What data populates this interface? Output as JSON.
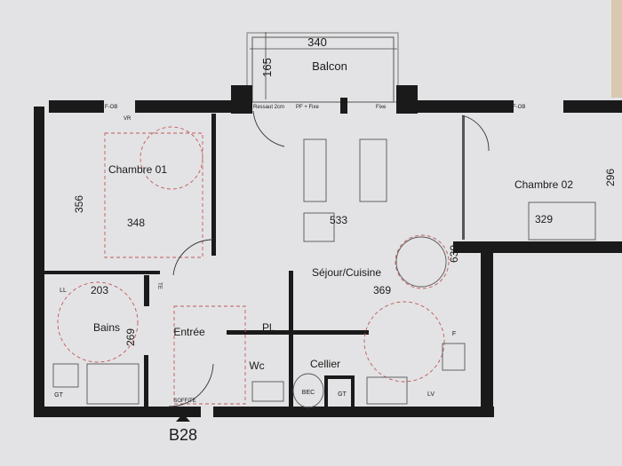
{
  "rooms": {
    "balcon": {
      "name": "Balcon",
      "width": "340",
      "depth": "165"
    },
    "chambre_01": {
      "name": "Chambre 01",
      "dim_a": "356",
      "dim_b": "348"
    },
    "chambre_02": {
      "name": "Chambre 02",
      "dim_a": "296",
      "dim_b": "329"
    },
    "sejour": {
      "name": "Séjour/Cuisine",
      "dim_a": "533",
      "dim_b": "630",
      "dim_c": "369"
    },
    "bains": {
      "name": "Bains",
      "dim_a": "203",
      "dim_b": "269"
    },
    "entree": {
      "name": "Entrée"
    },
    "placard": {
      "name": "Pl."
    },
    "wc": {
      "name": "Wc"
    },
    "cellier": {
      "name": "Cellier"
    }
  },
  "openings": {
    "ressaut": "Ressaut 2cm",
    "pf_fixe": "PF + Fixe",
    "fixe": "Fixe",
    "fob_left": "F-OB",
    "fob_right": "F-OB",
    "vr": "VR"
  },
  "fixtures": {
    "ll": "LL",
    "te": "TE",
    "gt_bath": "GT",
    "gt_cellier": "GT",
    "bec": "BEC",
    "lv": "LV",
    "fridge": "F",
    "soffite": "SOFFITE"
  },
  "unit": "B28",
  "colors": {
    "wall": "#1a1a1a",
    "paper": "#e3e3e5",
    "clearance": "#c05a5a"
  }
}
